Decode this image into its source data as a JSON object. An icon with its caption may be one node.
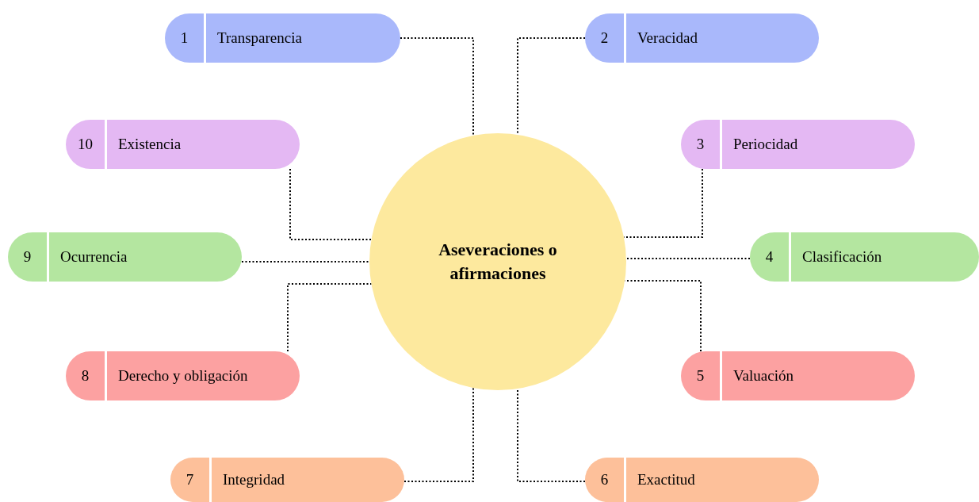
{
  "diagram": {
    "nodes": [
      {
        "text": [
          "Aseveraciones o afirmaciones"
        ]
      },
      {
        "text": [
          "1",
          "Transparencia"
        ]
      },
      {
        "text": [
          "2",
          "Veracidad"
        ]
      },
      {
        "text": [
          "3",
          "Periocidad"
        ]
      },
      {
        "text": [
          "4",
          "Clasificación"
        ]
      },
      {
        "text": [
          "5",
          "Valuación"
        ]
      },
      {
        "text": [
          "6",
          "Exactitud"
        ]
      },
      {
        "text": [
          "7",
          "Integridad"
        ]
      },
      {
        "text": [
          "8",
          "Derecho y obligación"
        ]
      },
      {
        "text": [
          "9",
          "Ocurrencia"
        ]
      },
      {
        "text": [
          "10",
          "Existencia"
        ]
      }
    ],
    "edges": [
      {
        "from": 1,
        "to": 0,
        "arrow": "none",
        "style": "dashed"
      },
      {
        "from": 2,
        "to": 0,
        "arrow": "none",
        "style": "dashed"
      },
      {
        "from": 3,
        "to": 0,
        "arrow": "none",
        "style": "dashed"
      },
      {
        "from": 4,
        "to": 0,
        "arrow": "none",
        "style": "dashed"
      },
      {
        "from": 5,
        "to": 0,
        "arrow": "none",
        "style": "dashed"
      },
      {
        "from": 6,
        "to": 0,
        "arrow": "none",
        "style": "dashed"
      },
      {
        "from": 7,
        "to": 0,
        "arrow": "none",
        "style": "dashed"
      },
      {
        "from": 8,
        "to": 0,
        "arrow": "none",
        "style": "dashed"
      },
      {
        "from": 9,
        "to": 0,
        "arrow": "none",
        "style": "dashed"
      },
      {
        "from": 10,
        "to": 0,
        "arrow": "none",
        "style": "dashed"
      }
    ]
  }
}
